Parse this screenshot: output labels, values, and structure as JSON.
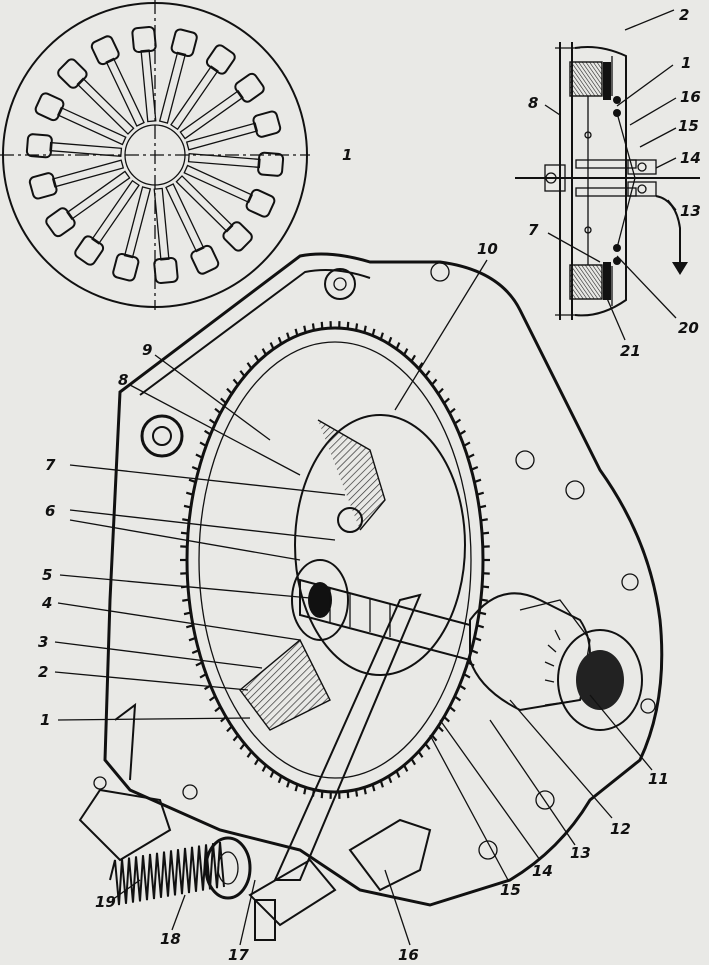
{
  "figure": {
    "colors": {
      "ink": "#111111",
      "paper": "#e9e9e6",
      "hatch": "#3a3a3a"
    },
    "disc_labels": [
      {
        "text": "1"
      }
    ],
    "schematic_labels": [
      {
        "text": "2"
      },
      {
        "text": "1"
      },
      {
        "text": "16"
      },
      {
        "text": "15"
      },
      {
        "text": "14"
      },
      {
        "text": "13"
      },
      {
        "text": "8"
      },
      {
        "text": "7"
      },
      {
        "text": "20"
      },
      {
        "text": "21"
      }
    ],
    "main_labels": [
      {
        "text": "10"
      },
      {
        "text": "9"
      },
      {
        "text": "8"
      },
      {
        "text": "7"
      },
      {
        "text": "6"
      },
      {
        "text": "5"
      },
      {
        "text": "4"
      },
      {
        "text": "3"
      },
      {
        "text": "2"
      },
      {
        "text": "1"
      },
      {
        "text": "11"
      },
      {
        "text": "12"
      },
      {
        "text": "13"
      },
      {
        "text": "14"
      },
      {
        "text": "15"
      },
      {
        "text": "16"
      },
      {
        "text": "17"
      },
      {
        "text": "18"
      },
      {
        "text": "19"
      }
    ]
  }
}
